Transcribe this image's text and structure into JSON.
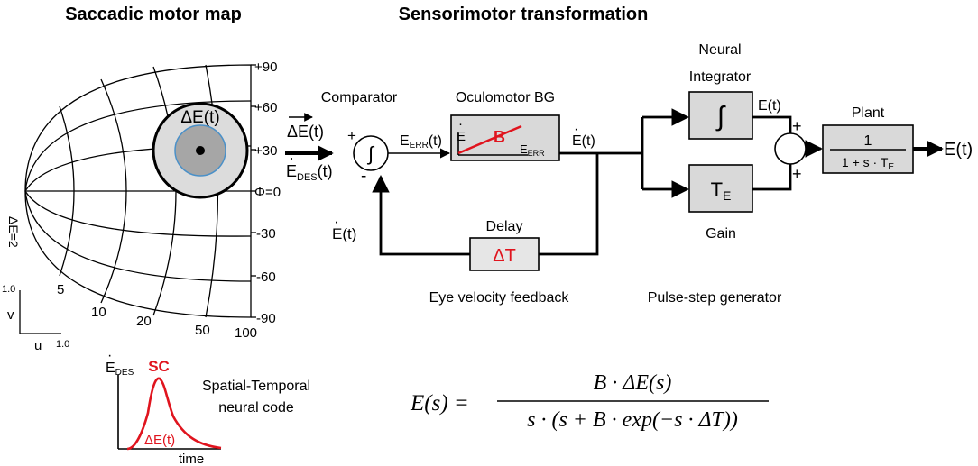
{
  "titles": {
    "motor_map": "Saccadic motor map",
    "transformation": "Sensorimotor transformation"
  },
  "motor_map": {
    "phi_labels": [
      "+90",
      "+60",
      "+30",
      "Φ=0",
      "-30",
      "-60",
      "-90"
    ],
    "amplitude_labels": [
      "5",
      "10",
      "20",
      "50",
      "100"
    ],
    "de_label": "ΔE=2",
    "target_label": "ΔE(t)",
    "axis_v": "v",
    "axis_u": "u",
    "scale_v": "1.0",
    "scale_u": "1.0",
    "colors": {
      "outer_disc": "#dcdcdc",
      "inner_disc": "#a6a6a6",
      "ring": "#4a90c8"
    }
  },
  "blocks": {
    "comparator": "Comparator",
    "comparator_symbol": "∫",
    "input_vector": "ΔE(t)",
    "input_desired": "E",
    "input_desired_sub": "DES",
    "input_desired_tail": "(t)",
    "plus": "+",
    "minus": "-",
    "error_signal": "E",
    "error_signal_sub": "ERR",
    "error_signal_tail": "(t)",
    "bg_title": "Oculomotor BG",
    "bg_y_axis": "E",
    "bg_gain": "B",
    "bg_x_axis": "E",
    "bg_x_axis_sub": "ERR",
    "velocity_out": "E(t)",
    "delay_title": "Delay",
    "delay_symbol": "ΔT",
    "feedback_signal": "E(t)",
    "feedback_caption": "Eye velocity feedback",
    "integrator_title_1": "Neural",
    "integrator_title_2": "Integrator",
    "integrator_symbol": "∫",
    "integrator_out": "E(t)",
    "gain_symbol": "T",
    "gain_symbol_sub": "E",
    "gain_caption": "Gain",
    "pulse_step_caption": "Pulse-step generator",
    "sum_plus_top": "+",
    "sum_plus_bottom": "+",
    "plant_title": "Plant",
    "plant_numerator": "1",
    "plant_denominator": "1 + s · T",
    "plant_denominator_sub": "E",
    "output": "E(t)",
    "colors": {
      "red": "#e0141e",
      "box": "#d9d9d9",
      "delay_box": "#e6e6e6"
    }
  },
  "neural_code": {
    "y_label": "E",
    "y_label_sub": "DES",
    "sc_label": "SC",
    "curve_label": "ΔE(t)",
    "x_label": "time",
    "caption_1": "Spatial-Temporal",
    "caption_2": "neural code"
  },
  "equation": {
    "lhs": "E(s) =",
    "numerator": "B · ΔE(s)",
    "denominator": "s · (s + B · exp(−s · ΔT))"
  }
}
